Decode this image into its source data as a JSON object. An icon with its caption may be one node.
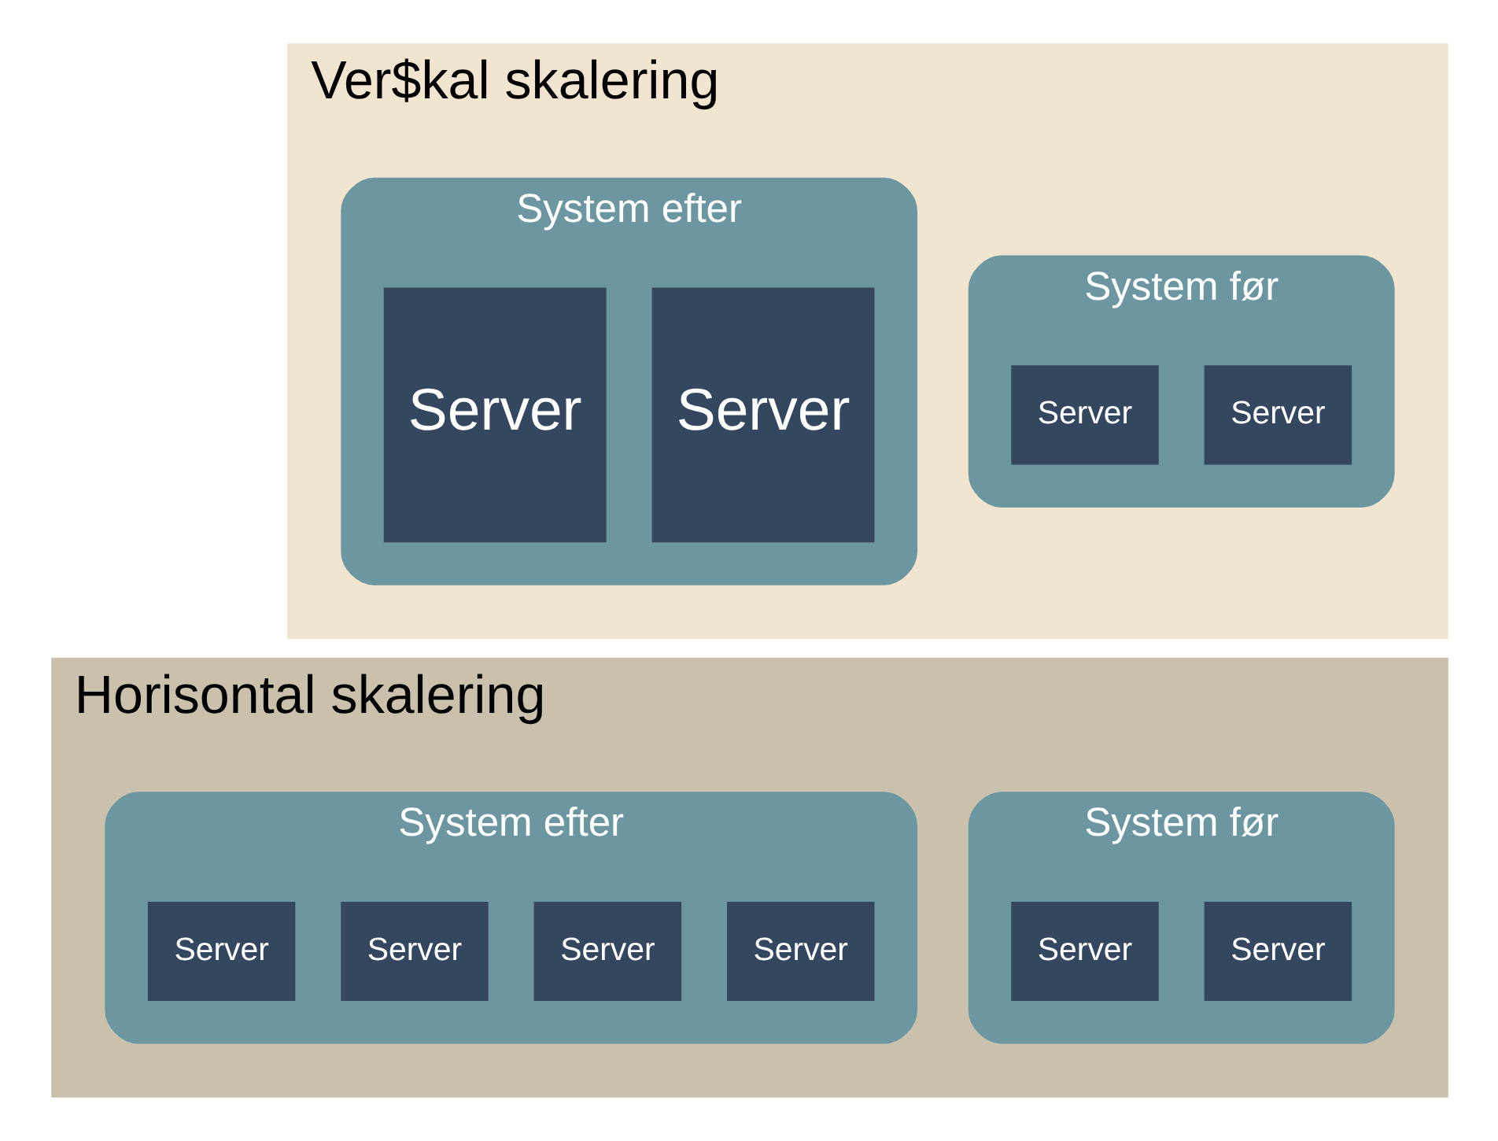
{
  "diagram": {
    "nodes": [
      {
        "text": [
          "Ver$kal skalering"
        ]
      },
      {
        "text": [
          "System før"
        ],
        "in": 0
      },
      {
        "text": [
          "Server"
        ],
        "in": 1
      },
      {
        "text": [
          "Server"
        ],
        "in": 1
      },
      {
        "text": [
          "System efter"
        ],
        "in": 0
      },
      {
        "text": [
          "Server"
        ],
        "in": 4
      },
      {
        "text": [
          "Server"
        ],
        "in": 4
      },
      {
        "text": [
          "Horisontal skalering"
        ]
      },
      {
        "text": [
          "System før"
        ],
        "in": 7
      },
      {
        "text": [
          "Server"
        ],
        "in": 8
      },
      {
        "text": [
          "Server"
        ],
        "in": 8
      },
      {
        "text": [
          "System efter"
        ],
        "in": 7
      },
      {
        "text": [
          "Server"
        ],
        "in": 11
      },
      {
        "text": [
          "Server"
        ],
        "in": 11
      },
      {
        "text": [
          "Server"
        ],
        "in": 11
      },
      {
        "text": [
          "Server"
        ],
        "in": 11
      }
    ],
    "edges": []
  }
}
